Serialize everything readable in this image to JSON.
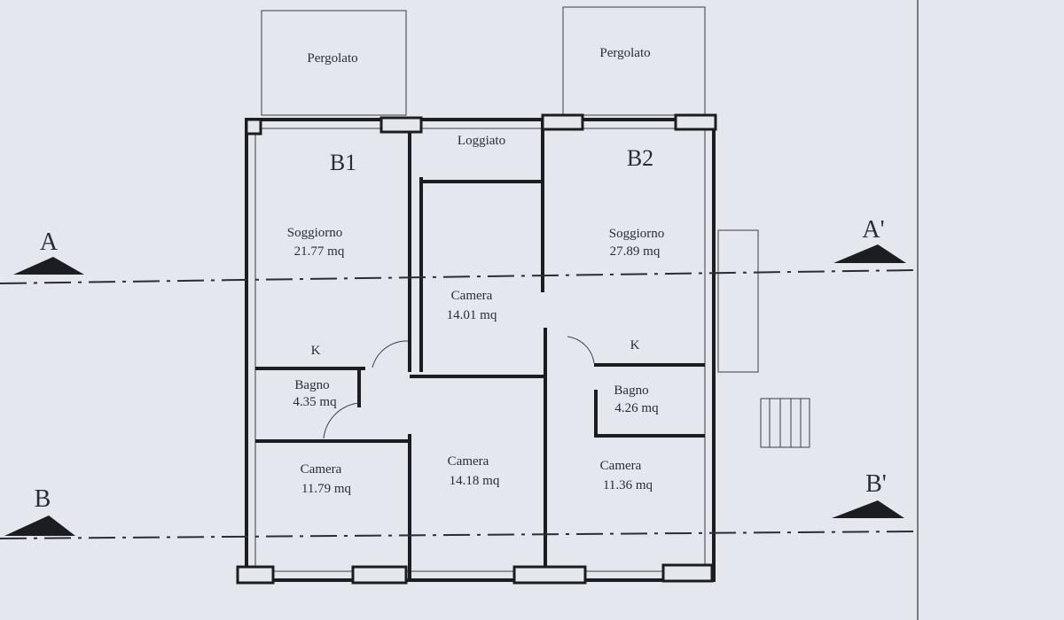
{
  "plan": {
    "pergola_left": "Pergolato",
    "pergola_right": "Pergolato",
    "unit_left": "B1",
    "unit_right": "B2",
    "loggia": "Loggiato",
    "rooms": [
      {
        "name": "Soggiorno",
        "area": "21.77 mq"
      },
      {
        "name": "Soggiorno",
        "area": "27.89 mq"
      },
      {
        "name": "Camera",
        "area": "14.01 mq"
      },
      {
        "name": "Bagno",
        "area": "4.35 mq"
      },
      {
        "name": "Bagno",
        "area": "4.26 mq"
      },
      {
        "name": "Camera",
        "area": "11.79 mq"
      },
      {
        "name": "Camera",
        "area": "14.18 mq"
      },
      {
        "name": "Camera",
        "area": "11.36 mq"
      }
    ],
    "kitchen_left": "K",
    "kitchen_right": "K",
    "sections": {
      "a": "A",
      "a_prime": "A'",
      "b": "B",
      "b_prime": "B'"
    }
  }
}
